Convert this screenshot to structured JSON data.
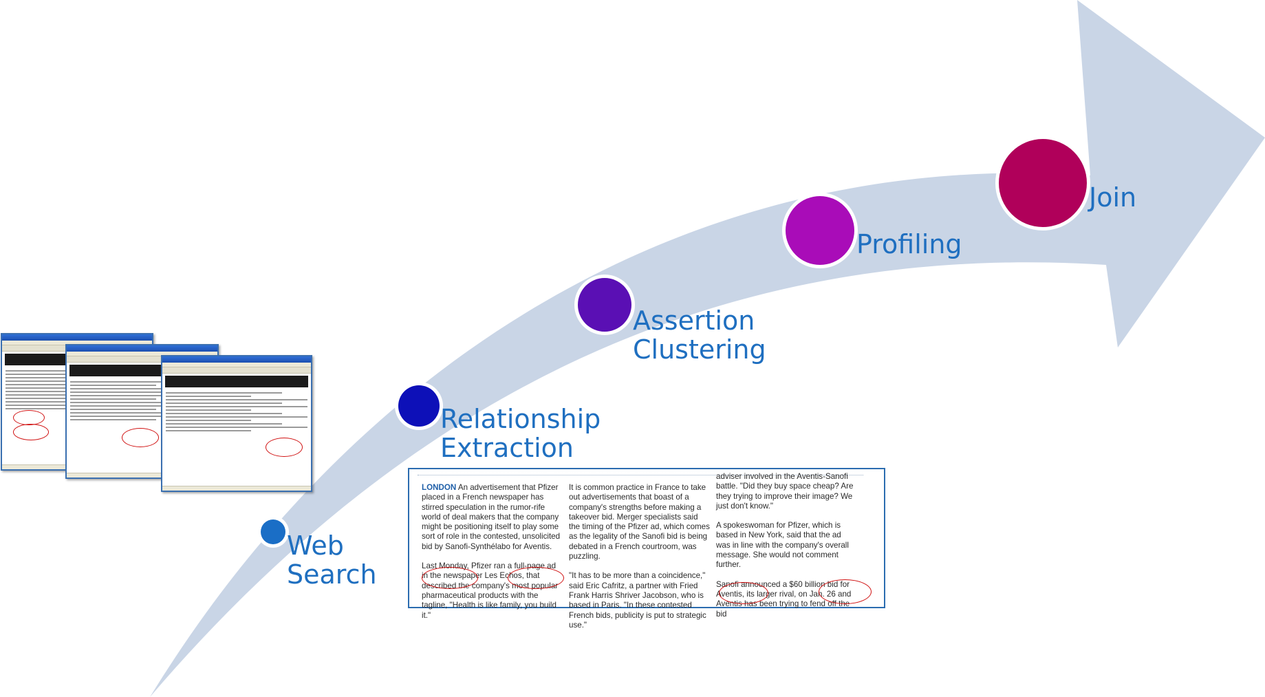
{
  "stages": [
    {
      "id": "web-search",
      "lines": [
        "Web",
        "Search"
      ],
      "color": "#1a6ec6"
    },
    {
      "id": "relationship-extraction",
      "lines": [
        "Relationship",
        "Extraction"
      ],
      "color": "#0d10b8"
    },
    {
      "id": "assertion-clustering",
      "lines": [
        "Assertion",
        "Clustering"
      ],
      "color": "#5a0fb4"
    },
    {
      "id": "profiling",
      "lines": [
        "Profiling"
      ],
      "color": "#a90cb8"
    },
    {
      "id": "join",
      "lines": [
        "Join"
      ],
      "color": "#b0005a"
    }
  ],
  "arrow_color": "#c9d5e6",
  "label_color": "#1f6fc0",
  "article": {
    "col1": [
      {
        "dateline": "LONDON",
        "text": " An advertisement that Pfizer placed in a French newspaper has stirred speculation in the rumor-rife world of deal makers that the company might be positioning itself to play some sort of role in the contested, unsolicited bid by Sanofi-Synthélabo for Aventis."
      },
      {
        "dateline": "",
        "text": "Last Monday, Pfizer ran a full-page ad in the newspaper Les Echos, that described the company's most popular pharmaceutical products with the tagline, \"Health is like family, you build it.\""
      }
    ],
    "col2": [
      {
        "dateline": "",
        "text": "It is common practice in France to take out advertisements that boast of a company's strengths before making a takeover bid. Merger specialists said the timing of the Pfizer ad, which comes as the legality of the Sanofi bid is being debated in a French courtroom, was puzzling."
      },
      {
        "dateline": "",
        "text": "\"It has to be more than a coincidence,\" said Eric Cafritz, a partner with Fried Frank Harris Shriver Jacobson, who is based in Paris. \"In these contested French bids, publicity is put to strategic use.\""
      }
    ],
    "col3": [
      {
        "dateline": "",
        "text": "adviser involved in the Aventis-Sanofi battle. \"Did they buy space cheap? Are they trying to improve their image? We just don't know.\""
      },
      {
        "dateline": "",
        "text": "A spokeswoman for Pfizer, which is based in New York, said that the ad was in line with the company's overall message. She would not comment further."
      },
      {
        "dateline": "",
        "text": "Sanofi announced a $60 billion bid for Aventis, its larger rival, on Jan. 26 and Aventis has been trying to fend off the bid"
      }
    ]
  }
}
